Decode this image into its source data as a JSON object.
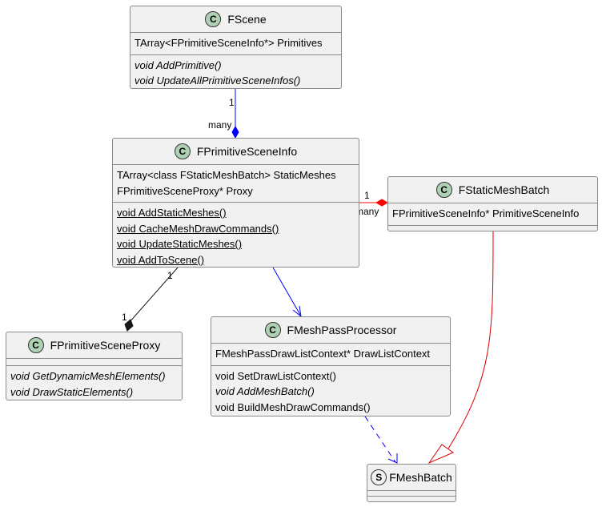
{
  "classes": {
    "fscene": {
      "stereotype": "C",
      "name": "FScene",
      "fields": [
        "TArray<FPrimitiveSceneInfo*> Primitives"
      ],
      "methods": [
        "void AddPrimitive()",
        "void UpdateAllPrimitiveSceneInfos()"
      ]
    },
    "fprimitivesceneinfo": {
      "stereotype": "C",
      "name": "FPrimitiveSceneInfo",
      "fields": [
        "TArray<class FStaticMeshBatch> StaticMeshes",
        "FPrimitiveSceneProxy* Proxy"
      ],
      "methods": [
        "void AddStaticMeshes()",
        "void CacheMeshDrawCommands()",
        "void UpdateStaticMeshes()",
        "void AddToScene()"
      ]
    },
    "fstaticmeshbatch": {
      "stereotype": "C",
      "name": "FStaticMeshBatch",
      "fields": [
        "FPrimitiveSceneInfo* PrimitiveSceneInfo"
      ]
    },
    "fprimitivesceneproxy": {
      "stereotype": "C",
      "name": "FPrimitiveSceneProxy",
      "methods": [
        "void GetDynamicMeshElements()",
        "void DrawStaticElements()"
      ]
    },
    "fmeshpassprocessor": {
      "stereotype": "C",
      "name": "FMeshPassProcessor",
      "fields": [
        "FMeshPassDrawListContext* DrawListContext"
      ],
      "methods": [
        "void SetDrawListContext()",
        "void AddMeshBatch()",
        "void BuildMeshDrawCommands()"
      ]
    },
    "fmeshbatch": {
      "stereotype": "S",
      "name": "FMeshBatch"
    }
  },
  "relations": {
    "scene_to_info": {
      "from_mult": "1",
      "to_mult": "many",
      "color": "#0000ff"
    },
    "info_to_batch": {
      "from_mult": "1",
      "to_mult": "many",
      "color": "#ff0000"
    },
    "info_to_proxy": {
      "from_mult": "1",
      "to_mult": "1",
      "color": "#181818"
    },
    "info_to_processor": {
      "color": "#0000ff"
    },
    "processor_to_meshbatch": {
      "color": "#0000ff"
    },
    "staticbatch_to_meshbatch": {
      "color": "#dd0000"
    }
  }
}
